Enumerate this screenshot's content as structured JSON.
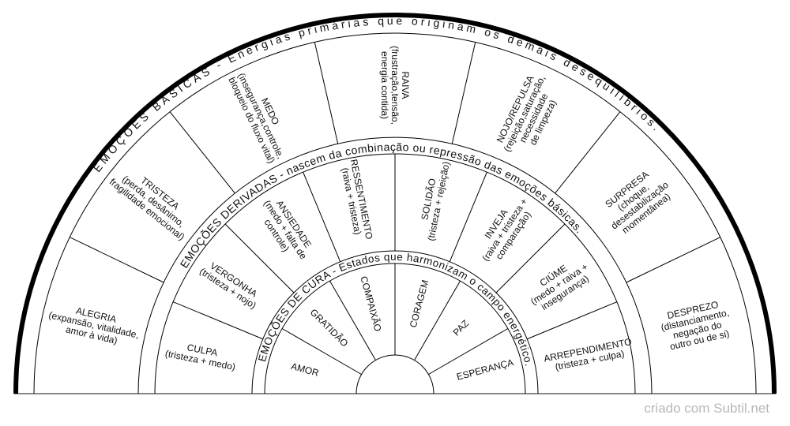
{
  "rings": {
    "basic": {
      "title": "EMOÇÕES BÁSICAS  - Energias primárias que originam os demais desequilíbrios.",
      "segments": [
        {
          "lines": [
            "ALEGRIA",
            "(expansão, vitalidade,",
            "amor à vida)"
          ]
        },
        {
          "lines": [
            "TRISTEZA",
            "(perda, desânimo,",
            "fragilidade emocional)"
          ]
        },
        {
          "lines": [
            "MEDO",
            "(insegurança,controle,",
            "bloqueio do fluxo vital)"
          ]
        },
        {
          "lines": [
            "RAIVA",
            "(frustração,tensão,",
            "energia contida)"
          ]
        },
        {
          "lines": [
            "NOJO/REPULSA",
            "(rejeição,saturação,",
            "necessidade",
            "de limpeza)"
          ]
        },
        {
          "lines": [
            "SURPRESA",
            "(choque,",
            "desestabilização",
            "momentânea)"
          ]
        },
        {
          "lines": [
            "DESPREZO",
            "(distanciamento,",
            "negação do",
            "outro ou de si)"
          ]
        }
      ]
    },
    "derived": {
      "title": "EMOÇÕES DERIVADAS - nascem da combinação ou repressão das emoções básicas.",
      "segments": [
        {
          "lines": [
            "CULPA",
            "(tristeza + medo)"
          ]
        },
        {
          "lines": [
            "VERGONHA",
            "(tristeza + nojo)"
          ]
        },
        {
          "lines": [
            "ANSIEDADE",
            "(medo + falta de",
            "controle)"
          ]
        },
        {
          "lines": [
            "RESSENTIMENTO",
            "(raiva + tristeza)"
          ]
        },
        {
          "lines": [
            "SOLIDÃO",
            "(tristeza + rejeição)"
          ]
        },
        {
          "lines": [
            "INVEJA",
            "(raiva + tristeza +",
            "comparação)"
          ]
        },
        {
          "lines": [
            "CIÚME",
            "(medo + raiva +",
            "insegurança)"
          ]
        },
        {
          "lines": [
            "ARREPENDIMENTO",
            "(tristeza + culpa)"
          ]
        }
      ]
    },
    "healing": {
      "title": "EMOÇÕES DE CURA - Estados que harmonizam o campo energético.",
      "segments": [
        {
          "lines": [
            "AMOR"
          ]
        },
        {
          "lines": [
            "GRATIDÃO"
          ]
        },
        {
          "lines": [
            "COMPAIXÃO"
          ]
        },
        {
          "lines": [
            "CORAGEM"
          ]
        },
        {
          "lines": [
            "PAZ"
          ]
        },
        {
          "lines": [
            "ESPERANÇA"
          ]
        }
      ]
    }
  },
  "footer": "criado com Subtil.net",
  "colors": {
    "line": "#000000",
    "baseline": "#888888",
    "footer": "#b8b8b8"
  }
}
